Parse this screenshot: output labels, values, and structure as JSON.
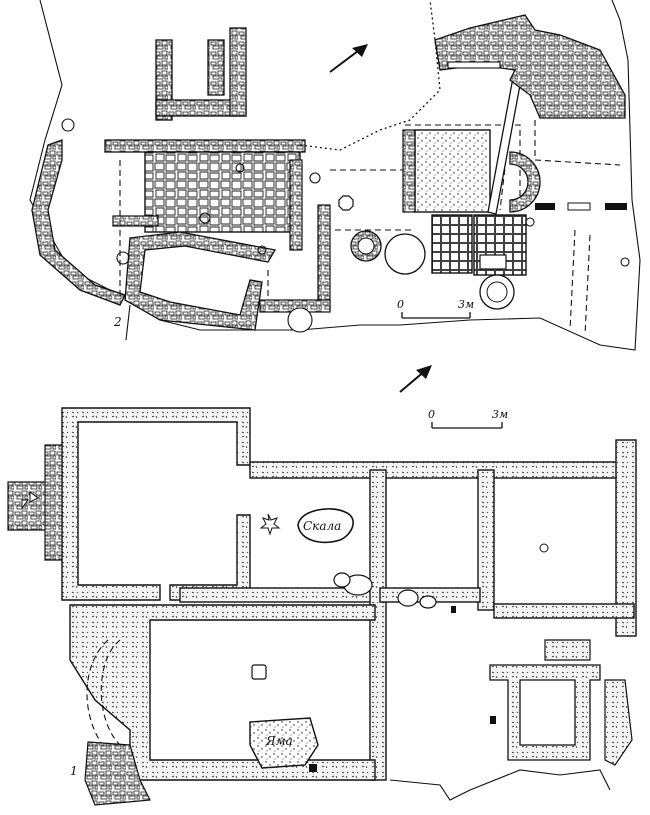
{
  "figure": {
    "plan_top": {
      "number": "2",
      "scale": {
        "zero": "0",
        "end": "3м"
      }
    },
    "plan_bottom": {
      "number": "1",
      "scale": {
        "zero": "0",
        "end": "3м"
      },
      "labels": {
        "rock": "Скала",
        "pit": "Яма"
      }
    }
  }
}
